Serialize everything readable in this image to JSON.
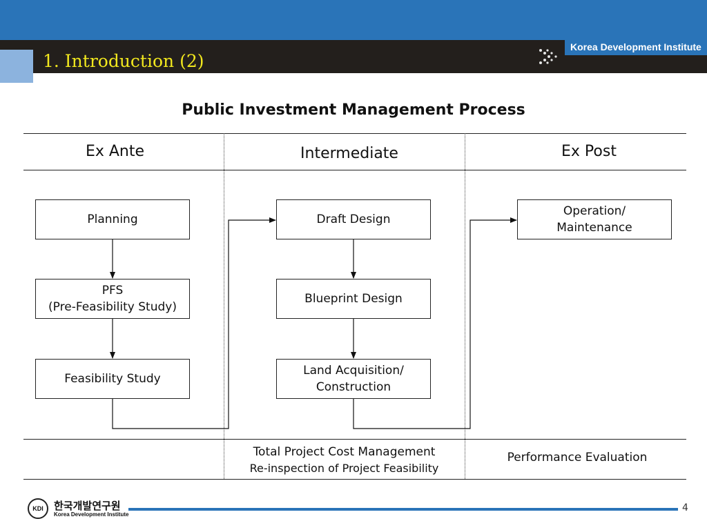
{
  "header": {
    "slide_title": "1. Introduction (2)",
    "brand": "Korea Development Institute",
    "accent_color": "#2a74b8",
    "title_color": "#f2e81e"
  },
  "diagram": {
    "heading": "Public Investment Management Process",
    "phases": [
      "Ex Ante",
      "Intermediate",
      "Ex Post"
    ],
    "ex_ante_boxes": [
      {
        "lines": [
          "Planning"
        ]
      },
      {
        "lines": [
          "PFS",
          "(Pre-Feasibility Study)"
        ]
      },
      {
        "lines": [
          "Feasibility Study"
        ]
      }
    ],
    "intermediate_boxes": [
      {
        "lines": [
          "Draft Design"
        ]
      },
      {
        "lines": [
          "Blueprint Design"
        ]
      },
      {
        "lines": [
          "Land Acquisition/",
          "Construction"
        ]
      }
    ],
    "ex_post_boxes": [
      {
        "lines": [
          "Operation/",
          "Maintenance"
        ]
      }
    ],
    "footer_row": {
      "intermediate_lines": [
        "Total Project Cost Management",
        "Re-inspection of Project Feasibility"
      ],
      "ex_post": "Performance Evaluation"
    }
  },
  "footer": {
    "logo_text": "KDI",
    "org_korean": "한국개발연구원",
    "org_english": "Korea Development Institute",
    "page_number": "4"
  }
}
